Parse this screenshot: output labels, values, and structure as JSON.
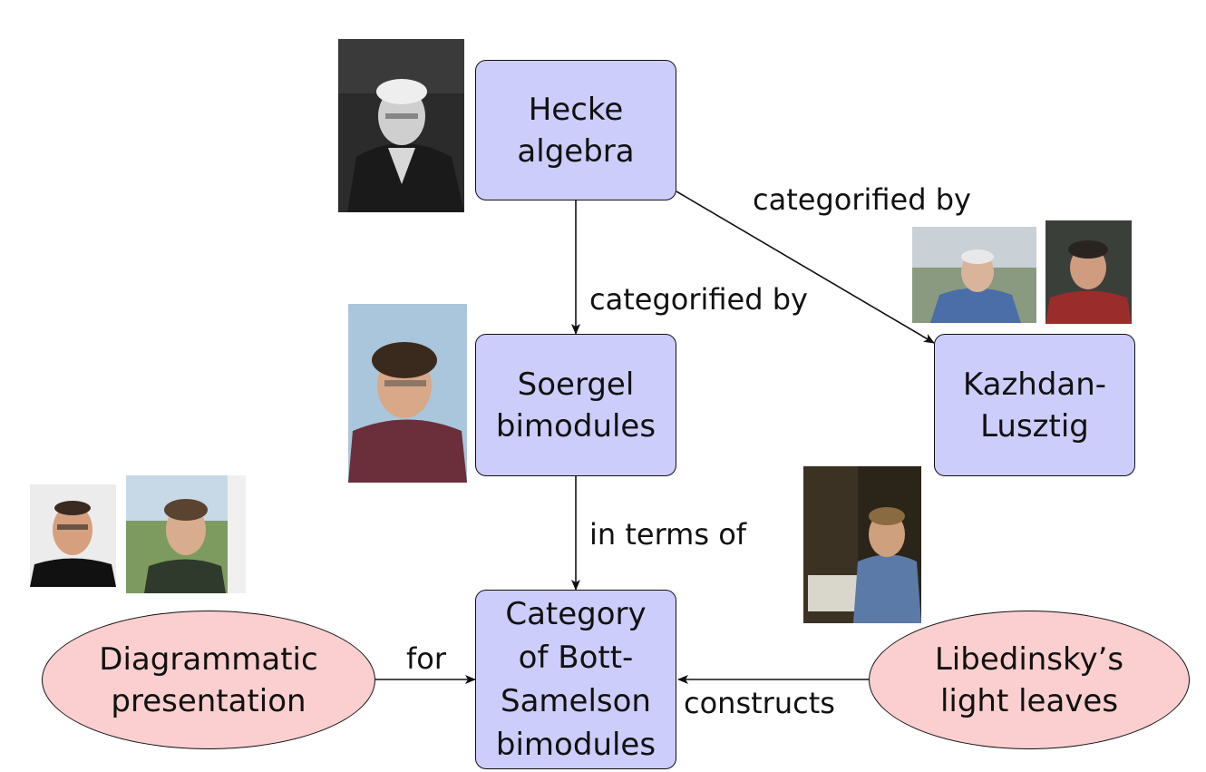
{
  "nodes": {
    "hecke": {
      "label": "Hecke\nalgebra"
    },
    "soergel": {
      "label": "Soergel\nbimodules"
    },
    "kl": {
      "label": "Kazhdan-\nLusztig"
    },
    "bott_samelson": {
      "label": "Category\nof Bott-\nSamelson\nbimodules"
    },
    "diagrammatic": {
      "label": "Diagrammatic\npresentation"
    },
    "light_leaves": {
      "label": "Libedinsky’s\nlight leaves"
    }
  },
  "edges": {
    "hecke_soergel": "categorified by",
    "hecke_kl": "categorified by",
    "soergel_bs": "in terms of",
    "diag_bs": "for",
    "leaves_bs": "constructs"
  },
  "colors": {
    "box_fill": "#cdcdfb",
    "ellipse_fill": "#fbcfcf",
    "stroke": "#111111"
  }
}
